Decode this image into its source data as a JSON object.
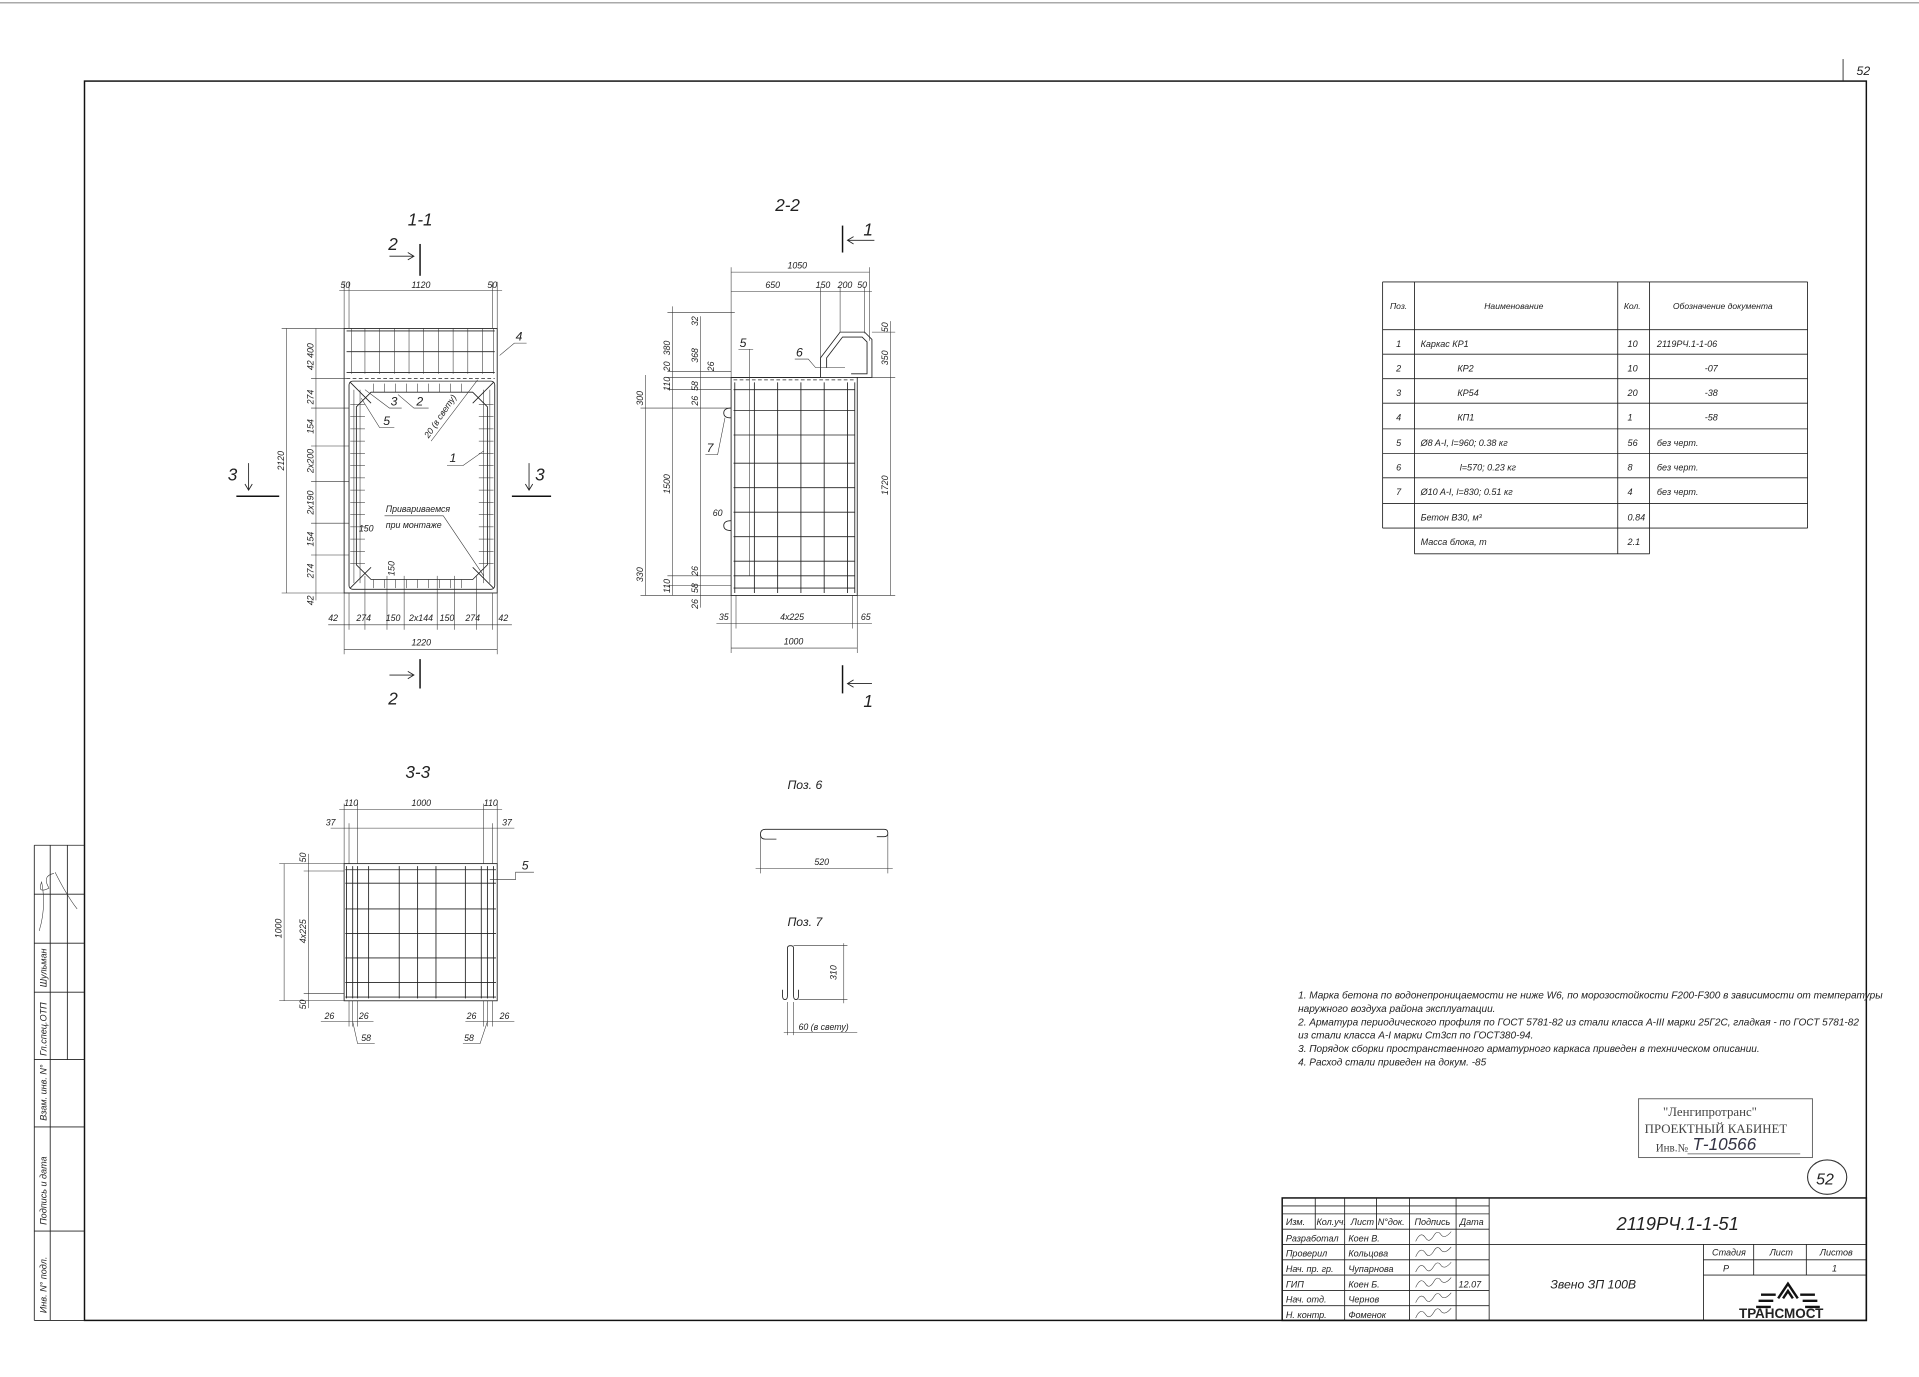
{
  "sheet_number": "52",
  "section_1_1": {
    "title": "1-1",
    "cut_marks": [
      "2",
      "2",
      "3",
      "3"
    ],
    "top_dims": [
      "50",
      "1120",
      "50"
    ],
    "left_dims": [
      "42 400",
      "274",
      "154",
      "2x200",
      "2x190",
      "154",
      "274",
      "42"
    ],
    "overall_height": "2120",
    "bottom_dims": [
      "42",
      "274",
      "150",
      "2x144",
      "150",
      "274",
      "42"
    ],
    "overall_width": "1220",
    "callouts": [
      "4",
      "3",
      "2",
      "5",
      "1"
    ],
    "clear_gap": "20 (в свету)",
    "note_line1": "Привариваемся",
    "note_line2": "при монтаже",
    "inner_dims": [
      "150",
      "150"
    ]
  },
  "section_2_2": {
    "title": "2-2",
    "cut_marks": [
      "1",
      "1"
    ],
    "top_overall": "1050",
    "top_dims": [
      "650",
      "150",
      "200",
      "50"
    ],
    "right_dims": [
      "50",
      "350",
      "1720"
    ],
    "left_dims": [
      "32",
      "380",
      "368",
      "20",
      "26",
      "110",
      "58",
      "26",
      "300",
      "1500",
      "60",
      "330",
      "26",
      "110",
      "58",
      "26"
    ],
    "bottom_dims": [
      "35",
      "4x225",
      "65"
    ],
    "bottom_overall": "1000",
    "callouts": [
      "5",
      "6",
      "7"
    ]
  },
  "section_3_3": {
    "title": "3-3",
    "top_dims": [
      "110",
      "1000",
      "110",
      "37",
      "37"
    ],
    "left_dims": [
      "1000",
      "4x225",
      "50",
      "50"
    ],
    "bottom_dims": [
      "26",
      "26",
      "26",
      "26",
      "58",
      "58"
    ],
    "callout": "5"
  },
  "pos6": {
    "title": "Поз. 6",
    "length": "520"
  },
  "pos7": {
    "title": "Поз. 7",
    "height": "310",
    "gap": "60 (в свету)"
  },
  "spec_table": {
    "headers": [
      "Поз.",
      "Наименование",
      "Кол.",
      "Обозначение документа"
    ],
    "rows": [
      {
        "pos": "1",
        "name": "Каркас КР1",
        "qty": "10",
        "doc": "2119РЧ.1-1-06"
      },
      {
        "pos": "2",
        "name": "КР2",
        "qty": "10",
        "doc": "-07"
      },
      {
        "pos": "3",
        "name": "КР54",
        "qty": "20",
        "doc": "-38"
      },
      {
        "pos": "4",
        "name": "КП1",
        "qty": "1",
        "doc": "-58"
      },
      {
        "pos": "5",
        "name": "Ø8 A-I, l=960; 0.38 кг",
        "qty": "56",
        "doc": "без черт."
      },
      {
        "pos": "6",
        "name": "l=570; 0.23 кг",
        "qty": "8",
        "doc": "без черт."
      },
      {
        "pos": "7",
        "name": "Ø10 A-I, l=830; 0.51 кг",
        "qty": "4",
        "doc": "без черт."
      },
      {
        "pos": "",
        "name": "Бетон В30, м³",
        "qty": "0.84",
        "doc": ""
      },
      {
        "pos": "",
        "name": "Масса блока, т",
        "qty": "2.1",
        "doc": ""
      }
    ]
  },
  "notes": [
    "1. Марка бетона по водонепроницаемости не ниже W6, по морозостойкости F200-F300 в зависимости от температуры",
    "наружного воздуха района эксплуатации.",
    "2. Арматура периодического профиля по ГОСТ 5781-82 из стали класса А-III марки 25Г2С, гладкая - по ГОСТ 5781-82",
    "из стали класса А-I марки Ст3сп по ГОСТ380-94.",
    "3. Порядок сборки пространственного арматурного каркаса приведен в техническом описании.",
    "4. Расход стали приведен на докум. -85"
  ],
  "archive_stamp": {
    "org": "\"Ленгипротранс\"",
    "office": "ПРОЕКТНЫЙ КАБИНЕТ",
    "inv_label": "Инв.№",
    "inv_number": "Т-10566",
    "circled_number": "52"
  },
  "title_block": {
    "designation": "2119РЧ.1-1-51",
    "name": "Звено ЗП 100В",
    "col_headers": [
      "Изм.",
      "Кол.уч.",
      "Лист",
      "N°док.",
      "Подпись",
      "Дата"
    ],
    "people": [
      {
        "role": "Разработал",
        "name": "Коен В.",
        "date": ""
      },
      {
        "role": "Проверил",
        "name": "Кольцова",
        "date": ""
      },
      {
        "role": "Нач. пр. гр.",
        "name": "Чупарнова",
        "date": ""
      },
      {
        "role": "ГИП",
        "name": "Коен Б.",
        "date": "12.07"
      },
      {
        "role": "Нач. отд.",
        "name": "Чернов",
        "date": ""
      },
      {
        "role": "Н. контр.",
        "name": "Фоменок",
        "date": ""
      }
    ],
    "stage_header": "Стадия",
    "sheet_header": "Лист",
    "sheets_header": "Листов",
    "stage": "Р",
    "sheet": "",
    "sheets": "1",
    "logo_text": "ТРАНСМОСТ"
  },
  "side_stamp": {
    "rows": [
      "Гл.спец.ОТП",
      "Шульман",
      "Взам. инв. N°",
      "Подпись и дата",
      "Инв. N° подл."
    ]
  }
}
